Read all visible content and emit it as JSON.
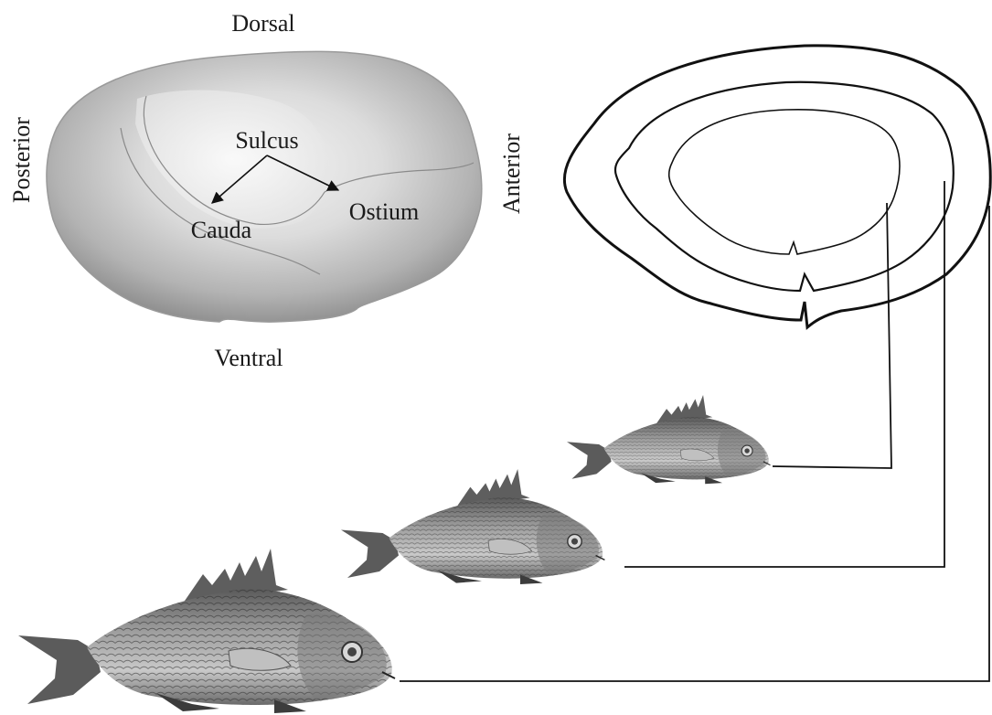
{
  "orientation": {
    "dorsal": "Dorsal",
    "ventral": "Ventral",
    "posterior": "Posterior",
    "anterior": "Anterior"
  },
  "otolith_parts": {
    "sulcus": "Sulcus",
    "cauda": "Cauda",
    "ostium": "Ostium"
  },
  "colors": {
    "otolith_dark": "#8c8c8c",
    "otolith_light": "#f2f2f2",
    "fish_body": "#9a9a9a",
    "fish_dark": "#3a3a3a",
    "line": "#111111"
  },
  "icons": [
    "otolith-photo",
    "otolith-growth-rings",
    "fish-small",
    "fish-medium",
    "fish-large"
  ]
}
